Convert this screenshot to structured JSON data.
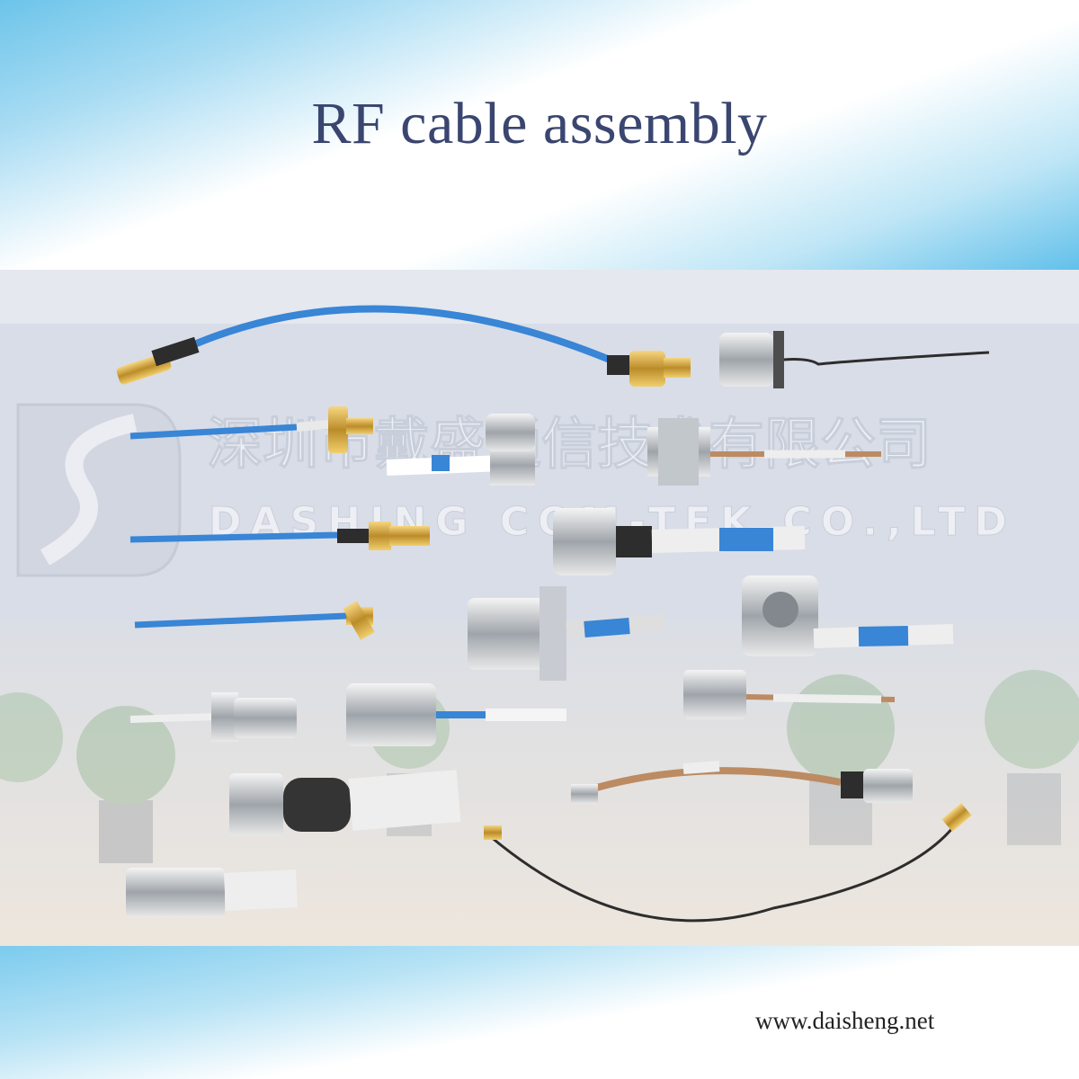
{
  "title": "RF cable assembly",
  "website": "www.daisheng.net",
  "wall_sign": {
    "chinese_name": "深圳市戴盛通信技术有限公司",
    "english_name": "DASHING COM-TEK CO.,LTD"
  },
  "colors": {
    "title": "#3a4670",
    "accent_blue": "#5fc0ea",
    "cable_blue": "#2f7fd4"
  }
}
